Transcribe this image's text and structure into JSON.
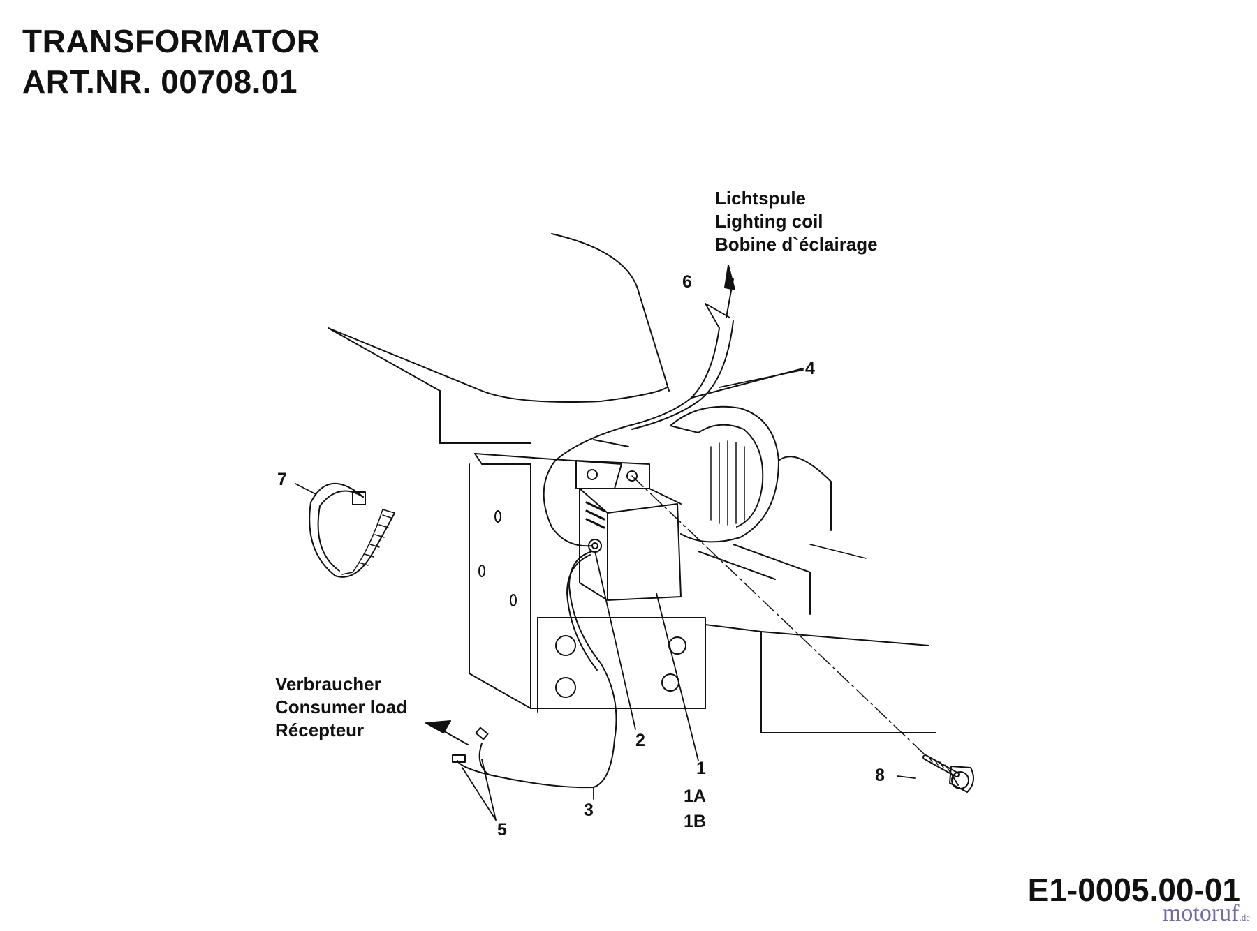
{
  "title": {
    "line1": "TRANSFORMATOR",
    "line2": "ART.NR. 00708.01"
  },
  "labels": {
    "lighting_coil": [
      "Lichtspule",
      "Lighting coil",
      "Bobine d`éclairage"
    ],
    "consumer_load": [
      "Verbraucher",
      "Consumer load",
      "Récepteur"
    ]
  },
  "callouts": {
    "n1": "1",
    "n1a": "1A",
    "n1b": "1B",
    "n2": "2",
    "n3": "3",
    "n4": "4",
    "n5": "5",
    "n6": "6",
    "n7": "7",
    "n8": "8"
  },
  "diagram_code": "E1-0005.00-01",
  "watermark": {
    "text": "motoruf",
    "suffix": ".de"
  },
  "colors": {
    "ink": "#111111",
    "watermark": "#6f6aa8"
  }
}
